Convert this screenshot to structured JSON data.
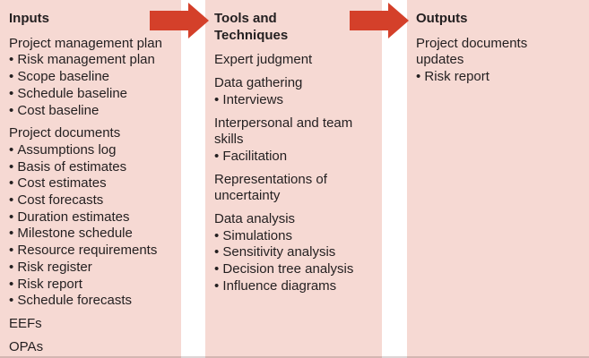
{
  "colors": {
    "panel_bg": "#f6d9d3",
    "arrow": "#d4402a",
    "text": "#231f20",
    "page_bg": "#ffffff"
  },
  "columns": [
    {
      "title": "Inputs",
      "groups": [
        {
          "label": "Project management plan",
          "items": [
            "Risk management plan",
            "Scope baseline",
            "Schedule baseline",
            "Cost baseline"
          ]
        },
        {
          "label": "Project documents",
          "items": [
            "Assumptions log",
            "Basis of estimates",
            "Cost estimates",
            "Cost forecasts",
            "Duration estimates",
            "Milestone schedule",
            "Resource requirements",
            "Risk register",
            "Risk report",
            "Schedule forecasts"
          ]
        },
        {
          "label": "EEFs",
          "items": []
        },
        {
          "label": "OPAs",
          "items": []
        }
      ]
    },
    {
      "title": "Tools and\nTechniques",
      "groups": [
        {
          "label": "Expert judgment",
          "items": []
        },
        {
          "label": "Data gathering",
          "items": [
            "Interviews"
          ]
        },
        {
          "label": "Interpersonal and team\nskills",
          "items": [
            "Facilitation"
          ]
        },
        {
          "label": "Representations of\nuncertainty",
          "items": []
        },
        {
          "label": "Data analysis",
          "items": [
            "Simulations",
            "Sensitivity analysis",
            "Decision tree analysis",
            "Influence diagrams"
          ]
        }
      ]
    },
    {
      "title": "Outputs",
      "groups": [
        {
          "label": "Project documents\nupdates",
          "items": [
            "Risk report"
          ]
        }
      ]
    }
  ]
}
